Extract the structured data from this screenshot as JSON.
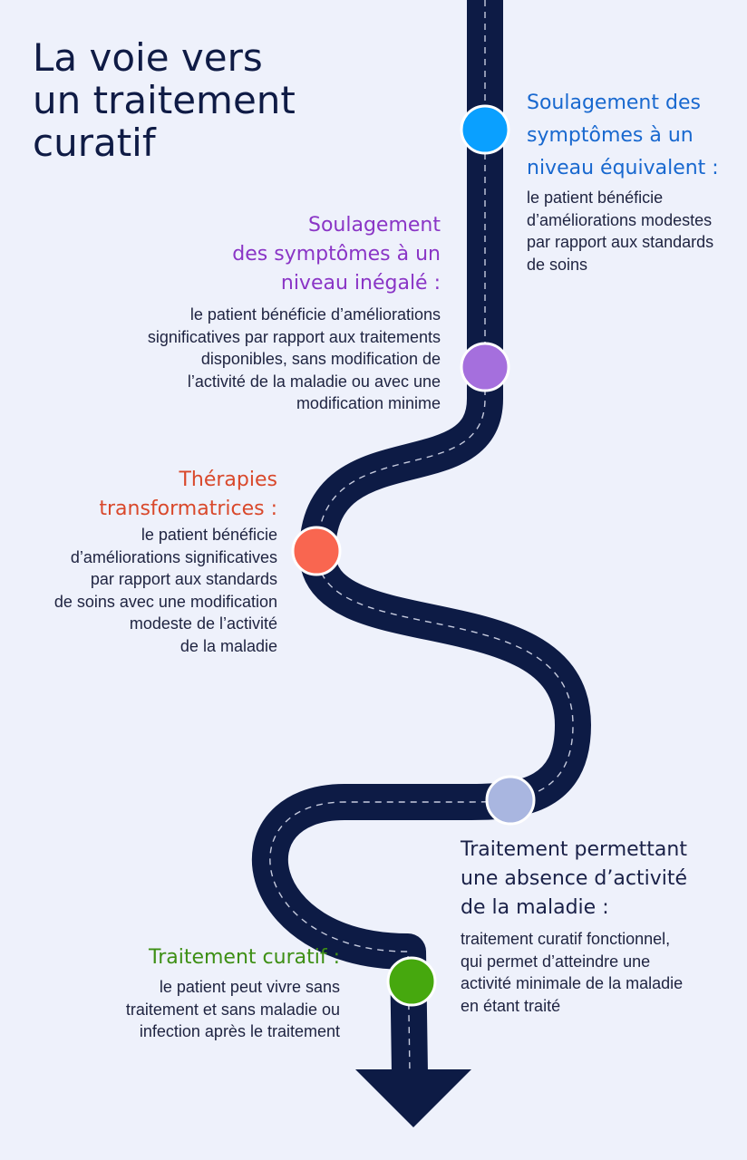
{
  "title": {
    "lines": [
      "La voie vers",
      "un traitement",
      "curatif"
    ]
  },
  "colors": {
    "background": "#eef1fb",
    "road": "#0d1b45",
    "dash": "#c6cbde",
    "title": "#0f1b45",
    "body_text": "#1e2340"
  },
  "milestones": [
    {
      "id": "equivalent",
      "color": "#0aa0ff",
      "heading_color": "#1868cf",
      "heading": [
        "Soulagement des",
        "symptômes à un",
        "niveau équivalent :"
      ],
      "body": [
        "le patient bénéficie",
        "d’améliorations modestes",
        "par rapport aux standards",
        "de soins"
      ]
    },
    {
      "id": "inegale",
      "color": "#a56fdd",
      "heading_color": "#8a35c6",
      "heading": [
        "Soulagement",
        "des symptômes à un",
        "niveau inégalé :"
      ],
      "body": [
        "le patient bénéficie d’améliorations",
        "significatives par rapport aux traitements",
        "disponibles, sans modification de",
        "l’activité de la maladie ou avec une",
        "modification minime"
      ]
    },
    {
      "id": "transformatrices",
      "color": "#f96650",
      "heading_color": "#d9482b",
      "heading": [
        "Thérapies",
        "transformatrices :"
      ],
      "body": [
        "le patient bénéficie",
        "d’améliorations significatives",
        "par rapport aux standards",
        "de soins avec une modification",
        "modeste de l’activité",
        "de la maladie"
      ]
    },
    {
      "id": "absence",
      "color": "#a9b6e0",
      "heading_color": "#1a2148",
      "heading": [
        "Traitement permettant",
        "une absence d’activité",
        "de la maladie :"
      ],
      "body": [
        "traitement curatif fonctionnel,",
        "qui permet d’atteindre une",
        "activité minimale de la maladie",
        "en étant traité"
      ]
    },
    {
      "id": "curatif",
      "color": "#46a80e",
      "heading_color": "#3d8f14",
      "heading": [
        "Traitement curatif :"
      ],
      "body": [
        "le patient peut vivre sans",
        "traitement et sans maladie ou",
        "infection après le traitement"
      ]
    }
  ]
}
